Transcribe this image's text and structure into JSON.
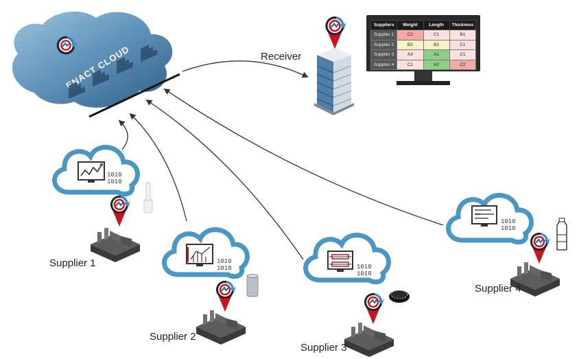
{
  "cloud_label": "ENACT CLOUD",
  "receiver": {
    "label": "Receiver"
  },
  "suppliers": [
    {
      "label": "Supplier 1"
    },
    {
      "label": "Supplier 2"
    },
    {
      "label": "Supplier 3"
    },
    {
      "label": "Supplier 4"
    }
  ],
  "binary_text": {
    "line1": "1010",
    "line2": "1010"
  },
  "table": {
    "headers": [
      "Suppliers",
      "Weight",
      "Length",
      "Thickness"
    ],
    "rows": [
      {
        "name": "Supplier 1",
        "cells": [
          "C2",
          "C1",
          "B1"
        ],
        "status": [
          "bad",
          "ok",
          "ok"
        ]
      },
      {
        "name": "Supplier 2",
        "cells": [
          "B2",
          "B2",
          "C1"
        ],
        "status": [
          "mid",
          "mid",
          "ok"
        ]
      },
      {
        "name": "Supplier 3",
        "cells": [
          "A3",
          "A1",
          "C1"
        ],
        "status": [
          "ok",
          "good",
          "ok"
        ]
      },
      {
        "name": "Supplier 4",
        "cells": [
          "C1",
          "A2",
          "C2"
        ],
        "status": [
          "ok",
          "good",
          "bad"
        ]
      }
    ]
  },
  "colors": {
    "enact_cloud": "#5b8fb6",
    "supplier_cloud_outline": "#4a97c4",
    "marker_red": "#c8141e",
    "arrow": "#333333"
  },
  "icons": [
    "factory-icon",
    "location-pin-icon",
    "monitor-icon",
    "building-icon",
    "bottle-icon",
    "can-icon",
    "bottle-cap-icon"
  ]
}
